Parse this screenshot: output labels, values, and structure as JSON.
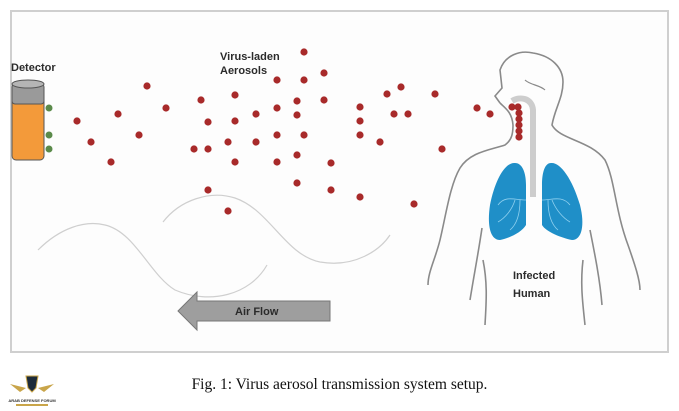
{
  "figure": {
    "labels": {
      "detector": "Detector",
      "aerosols_line1": "Virus-laden",
      "aerosols_line2": "Aerosols",
      "human_line1": "Infected",
      "human_line2": "Human",
      "airflow": "Air Flow"
    },
    "colors": {
      "aerosol": "#a82a2a",
      "detector_body": "#f39a3a",
      "detector_cap": "#9a9a9a",
      "sensor": "#5a8a4a",
      "lungs": "#1f8fc8",
      "arrow": "#9e9e9e"
    }
  },
  "caption": "Fig. 1: Virus aerosol transmission system setup.",
  "logo": {
    "text": "ARAB DEFENSE FORUM"
  }
}
